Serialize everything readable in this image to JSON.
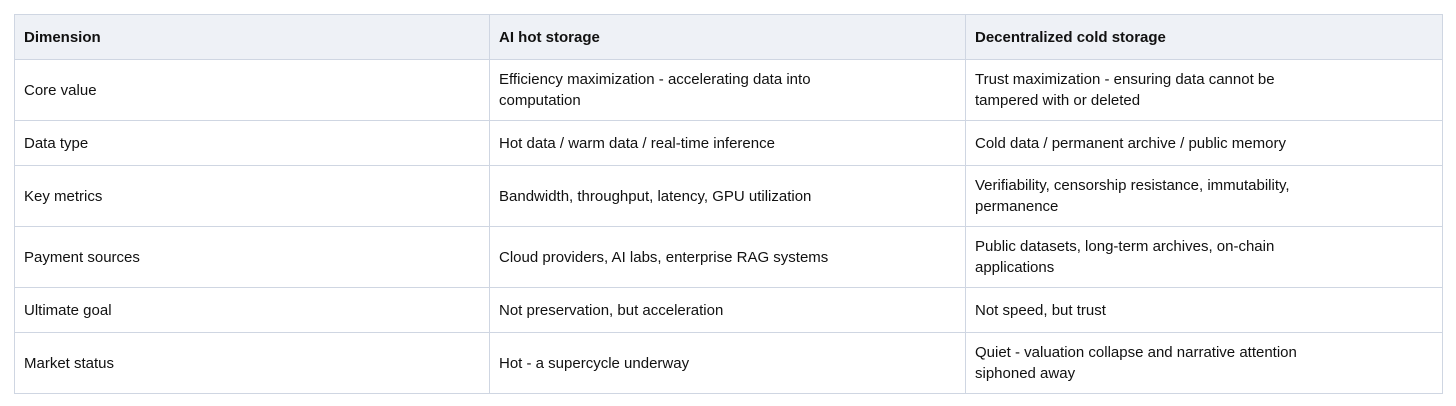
{
  "table": {
    "headers": [
      "Dimension",
      "AI hot storage",
      "Decentralized cold storage"
    ],
    "rows": [
      [
        "Core value",
        "Efficiency maximization - accelerating data into computation",
        "Trust maximization - ensuring data cannot be tampered with or deleted"
      ],
      [
        "Data type",
        "Hot data / warm data / real-time inference",
        "Cold data / permanent archive / public memory"
      ],
      [
        "Key metrics",
        "Bandwidth, throughput, latency, GPU utilization",
        "Verifiability, censorship resistance, immutability, permanence"
      ],
      [
        "Payment sources",
        "Cloud providers, AI labs, enterprise RAG systems",
        "Public datasets, long-term archives, on-chain applications"
      ],
      [
        "Ultimate goal",
        "Not preservation, but acceleration",
        "Not speed, but trust"
      ],
      [
        "Market status",
        "Hot - a supercycle underway",
        "Quiet - valuation collapse and narrative attention siphoned away"
      ]
    ]
  }
}
